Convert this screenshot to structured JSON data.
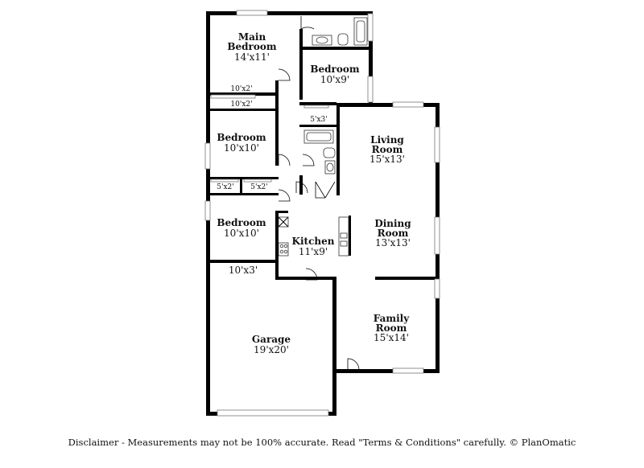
{
  "rooms": {
    "main_bedroom": {
      "name_1": "Main",
      "name_2": "Bedroom",
      "dim": "14'x11'"
    },
    "bedroom_a": {
      "name": "Bedroom",
      "dim": "10'x9'"
    },
    "bedroom_b": {
      "name": "Bedroom",
      "dim": "10'x10'"
    },
    "bedroom_c": {
      "name": "Bedroom",
      "dim": "10'x10'"
    },
    "living": {
      "name_1": "Living",
      "name_2": "Room",
      "dim": "15'x13'"
    },
    "dining": {
      "name_1": "Dining",
      "name_2": "Room",
      "dim": "13'x13'"
    },
    "kitchen": {
      "name": "Kitchen",
      "dim": "11'x9'"
    },
    "family": {
      "name_1": "Family",
      "name_2": "Room",
      "dim": "15'x14'"
    },
    "garage": {
      "name": "Garage",
      "dim": "19'x20'"
    }
  },
  "closets": {
    "c1": "10'x2'",
    "c2": "10'x2'",
    "c3": "5'x3'",
    "c4": "5'x2'",
    "c5": "5'x2'",
    "c6": "10'x3'"
  },
  "disclaimer": "Disclaimer - Measurements may not be 100% accurate. Read \"Terms & Conditions\" carefully. © PlanOmatic"
}
